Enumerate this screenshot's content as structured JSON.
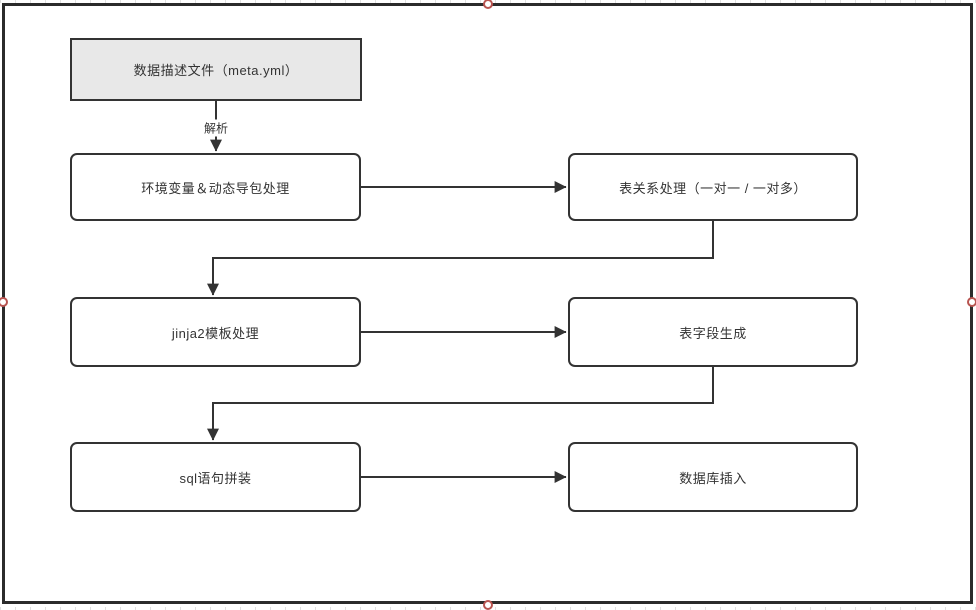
{
  "diagram": {
    "nodes": [
      {
        "id": "meta-yml",
        "label": "数据描述文件（meta.yml）"
      },
      {
        "id": "env-import",
        "label": "环境变量＆动态导包处理"
      },
      {
        "id": "table-relation",
        "label": "表关系处理（一对一 / 一对多）"
      },
      {
        "id": "jinja2",
        "label": "jinja2模板处理"
      },
      {
        "id": "table-fields",
        "label": "表字段生成"
      },
      {
        "id": "sql-assemble",
        "label": "sql语句拼装"
      },
      {
        "id": "db-insert",
        "label": "数据库插入"
      }
    ],
    "edge_labels": {
      "parse": "解析"
    },
    "colors": {
      "frame_border": "#2b2b2b",
      "node_border": "#333333",
      "node_fill": "#ffffff",
      "start_node_fill": "#e8e8e8",
      "edge_stroke": "#333333",
      "text": "#333333",
      "resize_handle": "#b85450",
      "grid_tick": "#d9d9d9"
    }
  }
}
